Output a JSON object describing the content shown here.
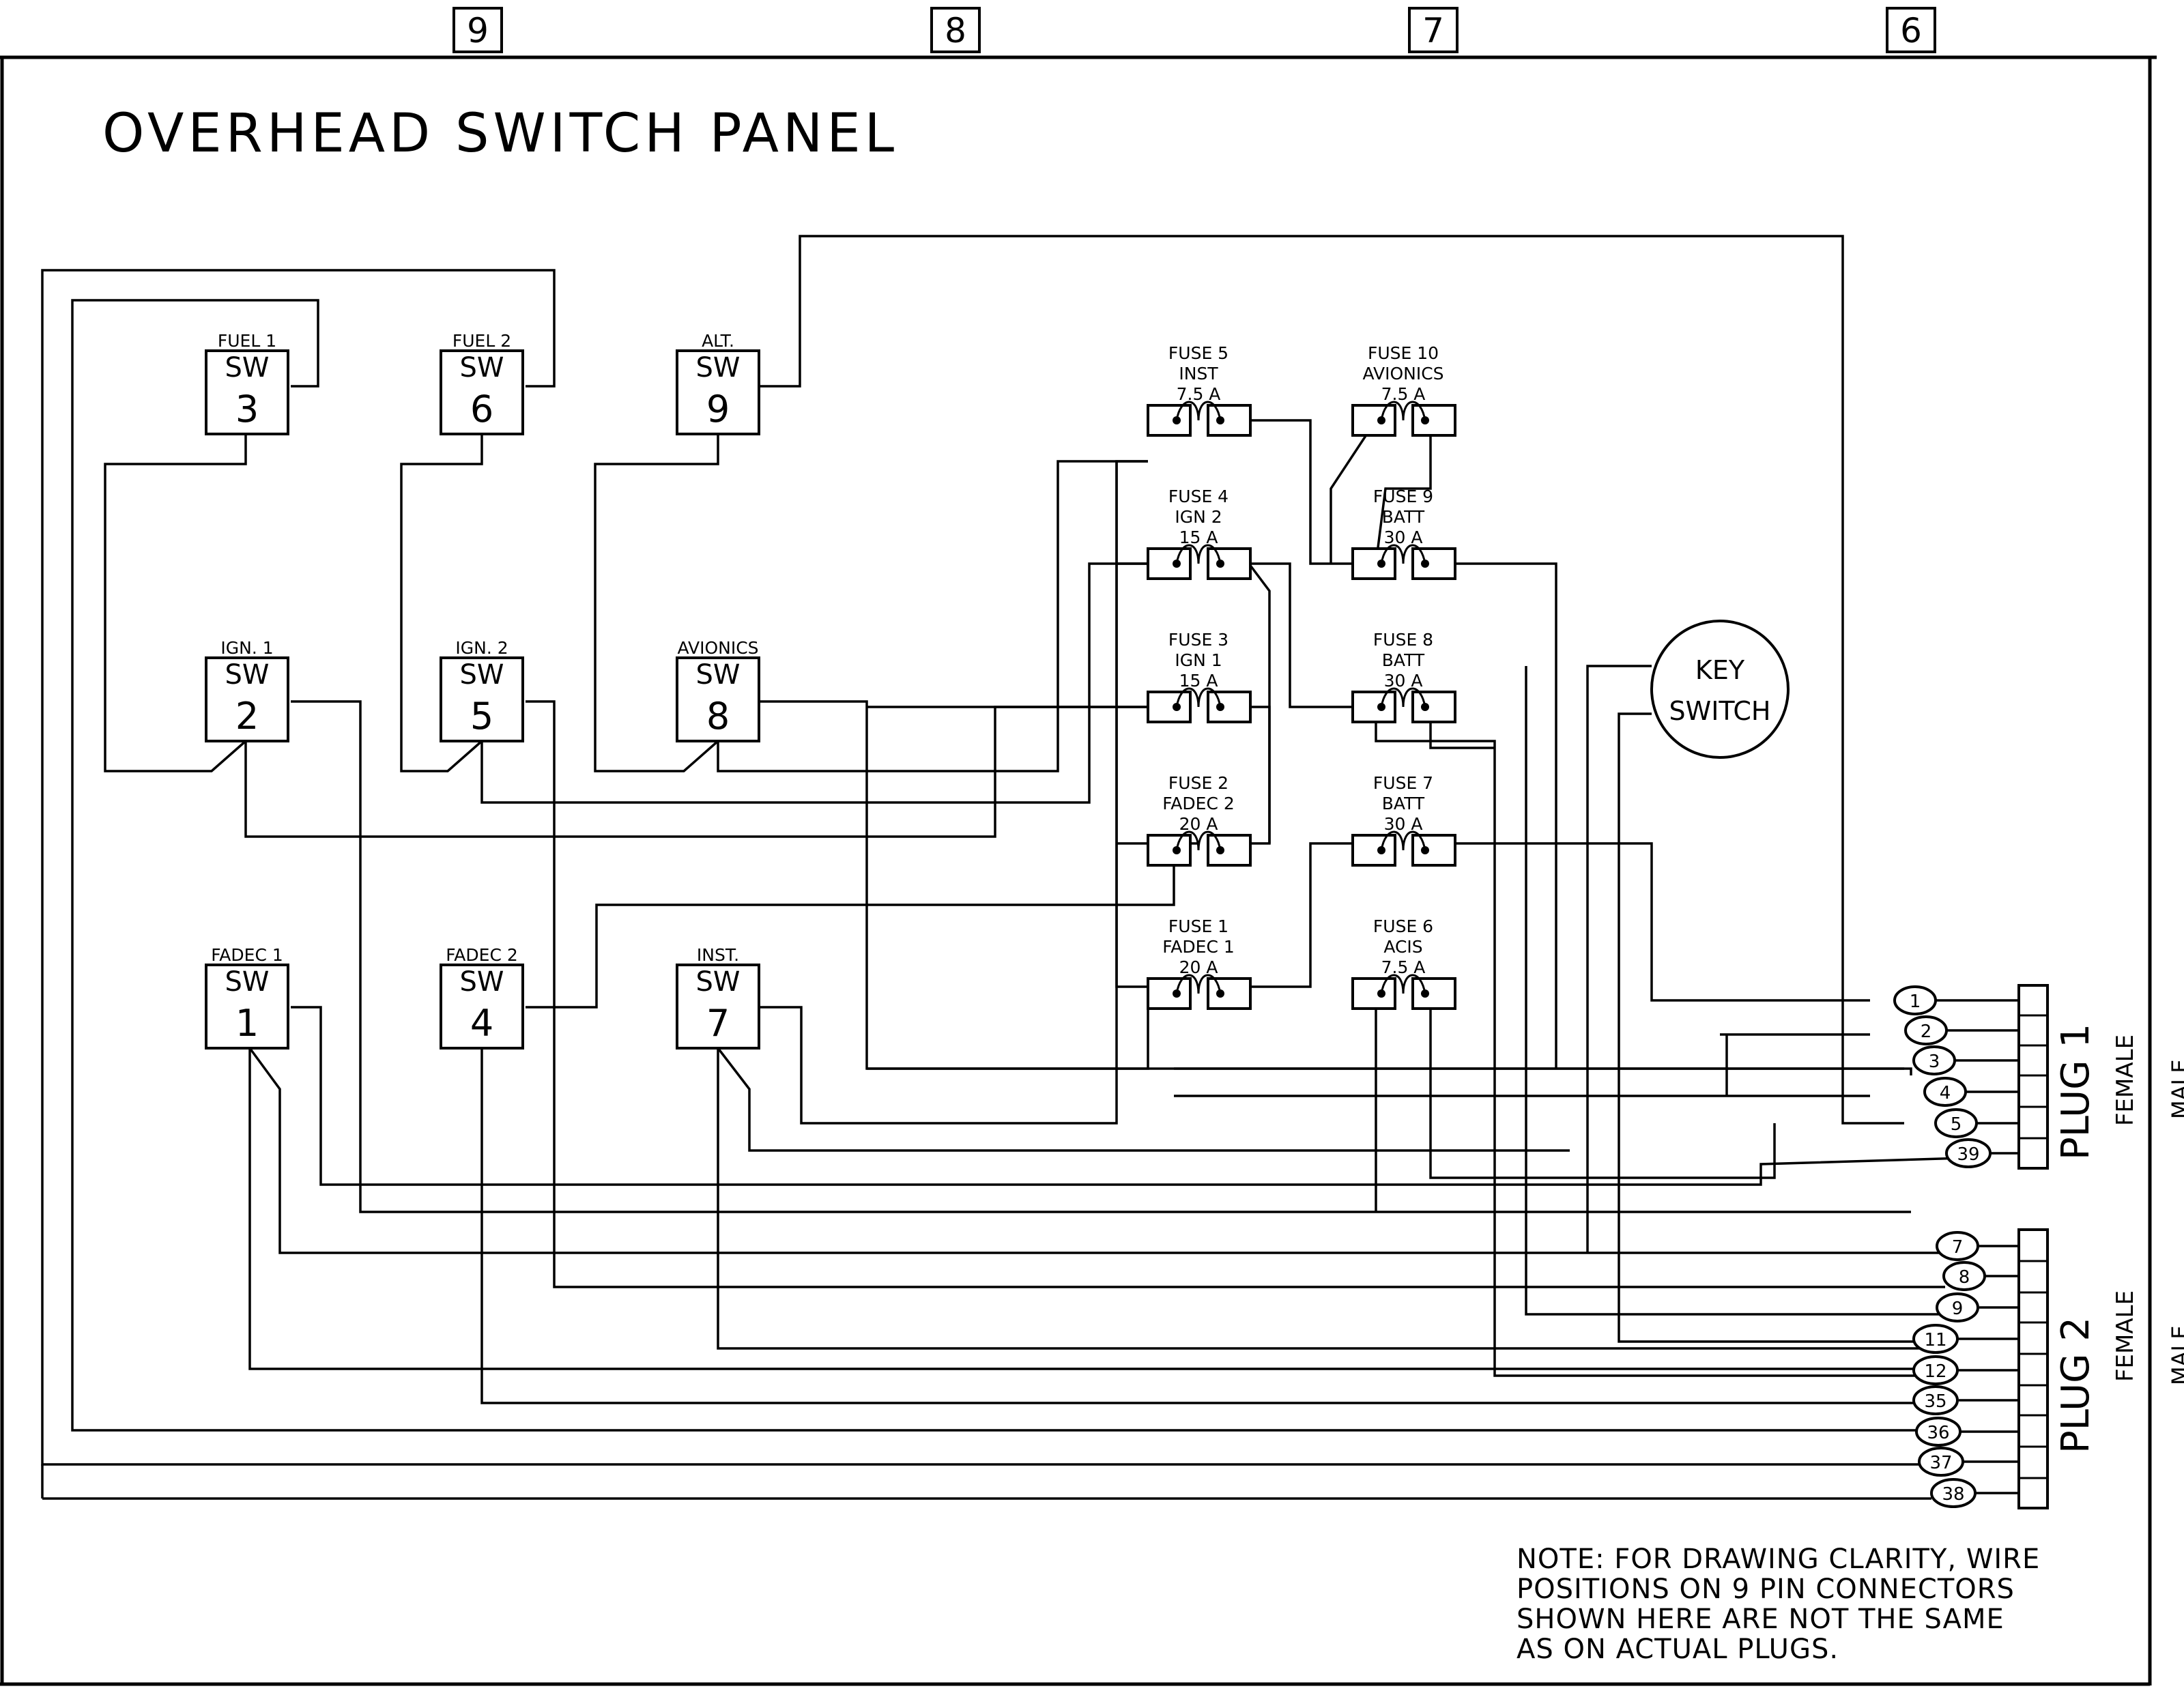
{
  "title": "OVERHEAD SWITCH PANEL",
  "zone_markers": [
    "9",
    "8",
    "7",
    "6"
  ],
  "switches": [
    {
      "label": "FUEL 1",
      "sw": "SW",
      "num": "3"
    },
    {
      "label": "FUEL 2",
      "sw": "SW",
      "num": "6"
    },
    {
      "label": "ALT.",
      "sw": "SW",
      "num": "9"
    },
    {
      "label": "IGN. 1",
      "sw": "SW",
      "num": "2"
    },
    {
      "label": "IGN. 2",
      "sw": "SW",
      "num": "5"
    },
    {
      "label": "AVIONICS",
      "sw": "SW",
      "num": "8"
    },
    {
      "label": "FADEC 1",
      "sw": "SW",
      "num": "1"
    },
    {
      "label": "FADEC 2",
      "sw": "SW",
      "num": "4"
    },
    {
      "label": "INST.",
      "sw": "SW",
      "num": "7"
    }
  ],
  "fuses": [
    {
      "name": "FUSE 5",
      "desc": "INST",
      "rating": "7.5 A"
    },
    {
      "name": "FUSE 4",
      "desc": "IGN 2",
      "rating": "15 A"
    },
    {
      "name": "FUSE 3",
      "desc": "IGN 1",
      "rating": "15 A"
    },
    {
      "name": "FUSE 2",
      "desc": "FADEC 2",
      "rating": "20 A"
    },
    {
      "name": "FUSE 1",
      "desc": "FADEC 1",
      "rating": "20 A"
    },
    {
      "name": "FUSE 10",
      "desc": "AVIONICS",
      "rating": "7.5 A"
    },
    {
      "name": "FUSE 9",
      "desc": "BATT",
      "rating": "30 A"
    },
    {
      "name": "FUSE 8",
      "desc": "BATT",
      "rating": "30 A"
    },
    {
      "name": "FUSE 7",
      "desc": "BATT",
      "rating": "30 A"
    },
    {
      "name": "FUSE 6",
      "desc": "ACIS",
      "rating": "7.5 A"
    }
  ],
  "key_switch": {
    "line1": "KEY",
    "line2": "SWITCH"
  },
  "plug1": {
    "title": "PLUG  1",
    "type": "FEMALE",
    "pins": [
      "1",
      "2",
      "3",
      "4",
      "5",
      "39"
    ]
  },
  "plug2": {
    "title": "PLUG  2",
    "type": "FEMALE",
    "pins": [
      "7",
      "8",
      "9",
      "11",
      "12",
      "35",
      "36",
      "37",
      "38"
    ]
  },
  "edge_text": [
    "MALE",
    "MALE"
  ],
  "note": [
    "NOTE: FOR DRAWING CLARITY, WIRE",
    "POSITIONS ON 9 PIN CONNECTORS",
    "SHOWN HERE ARE NOT THE SAME",
    "AS ON ACTUAL PLUGS."
  ]
}
